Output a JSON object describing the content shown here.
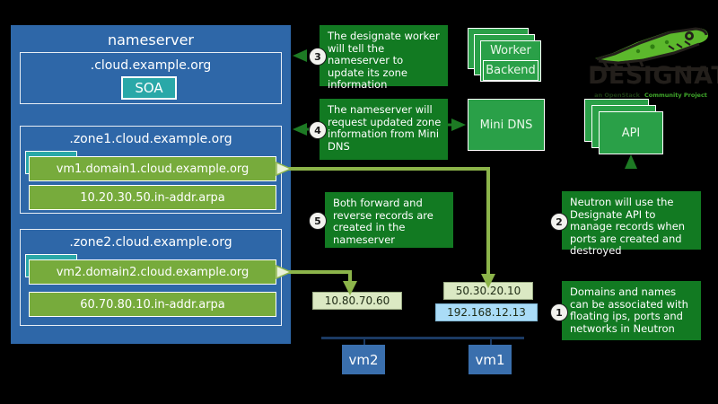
{
  "nameserver": {
    "title": "nameserver",
    "root_zone": {
      "label": ".cloud.example.org",
      "soa": "SOA"
    },
    "zones": [
      {
        "label": ".zone1.cloud.example.org",
        "records": [
          "vm1.domain1.cloud.example.org",
          "10.20.30.50.in-addr.arpa"
        ]
      },
      {
        "label": ".zone2.cloud.example.org",
        "records": [
          "vm2.domain2.cloud.example.org",
          "60.70.80.10.in-addr.arpa"
        ]
      }
    ]
  },
  "callouts": [
    {
      "number": "1",
      "text": "Domains and names can be associated with floating ips, ports and networks in Neutron"
    },
    {
      "number": "2",
      "text": "Neutron will use the Designate API to manage records when ports are created and destroyed"
    },
    {
      "number": "3",
      "text": "The designate worker will tell the nameserver to update its zone information"
    },
    {
      "number": "4",
      "text": "The nameserver will request updated zone information from Mini DNS"
    },
    {
      "number": "5",
      "text": "Both forward and reverse records are created in the nameserver"
    }
  ],
  "services": {
    "worker": "Worker",
    "backend": "Backend",
    "minidns": "Mini DNS",
    "api": "API"
  },
  "logo": {
    "wordmark": "DESIGNATE",
    "tagline_part1": "an OpenStack",
    "tagline_part2": "Community Project"
  },
  "addresses": [
    {
      "value": "10.80.70.60",
      "kind": "green"
    },
    {
      "value": "50.30.20.10",
      "kind": "green"
    },
    {
      "value": "192.168.12.13",
      "kind": "blue"
    }
  ],
  "vms": [
    {
      "label": "vm2"
    },
    {
      "label": "vm1"
    }
  ],
  "colors": {
    "panel_blue": "#2e67a8",
    "record_green": "#77ab3c",
    "teal": "#2aa8a8",
    "callout_green": "#127a22",
    "service_green": "#2aa048",
    "connector_olive": "#8cb44a",
    "vm_blue": "#3a6fad",
    "ip_green": "#dbe9c3",
    "ip_blue": "#aadcf7"
  }
}
